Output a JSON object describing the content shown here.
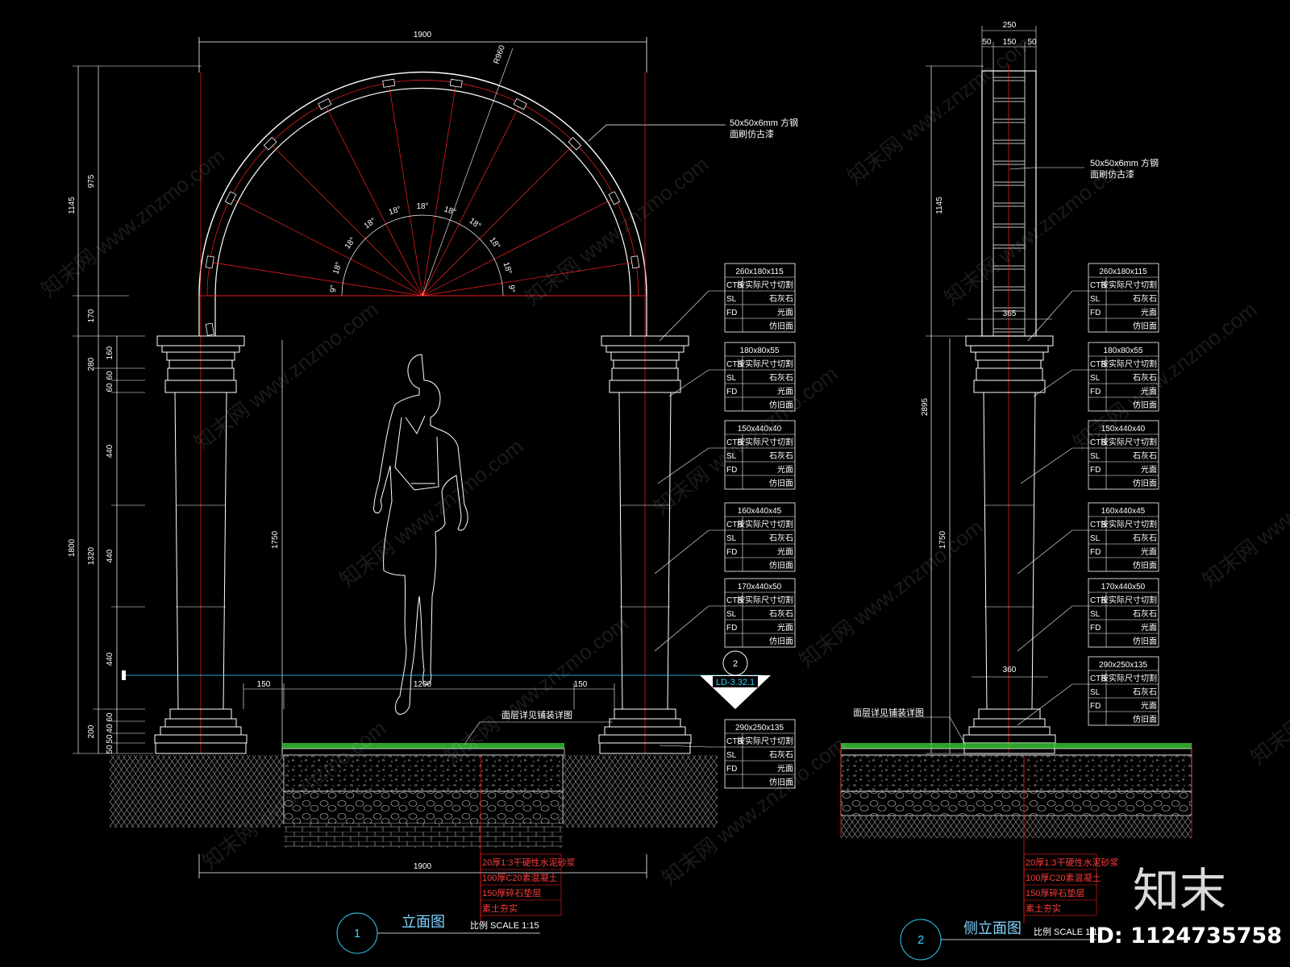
{
  "front": {
    "top_width": "1900",
    "radius": "R960",
    "pipe_note": [
      "50x50x6mm 方钢",
      "面刷仿古漆"
    ],
    "angles": [
      "9°",
      "18°",
      "18°",
      "18°",
      "18°",
      "18°",
      "18°",
      "18°",
      "18°",
      "18°",
      "9°"
    ],
    "left_dims": [
      "1145",
      "975",
      "170",
      "280",
      "160",
      "60",
      "60",
      "1800",
      "440",
      "1320",
      "440",
      "440",
      "200",
      "60",
      "40",
      "50",
      "50"
    ],
    "inner_height": "1750",
    "bottom_dims": [
      "150",
      "1200",
      "150"
    ],
    "pave_note": "面层详见铺装详图",
    "bottom_width": "1900",
    "section_marker": {
      "num": "2",
      "ref": "LD-3.32.1"
    },
    "layers": [
      "20厚1:3干硬性水泥砂浆",
      "100厚C20素混凝土",
      "150厚碎石垫层",
      "素土夯实"
    ],
    "title": {
      "num": "1",
      "name": "立面图",
      "scale": "比例 SCALE 1:15"
    }
  },
  "side": {
    "top_dims": [
      "250",
      "50",
      "150",
      "50"
    ],
    "pipe_note": [
      "50x50x6mm 方钢",
      "面刷仿古漆"
    ],
    "left_dims": [
      "1145",
      "2895",
      "1750"
    ],
    "cap_dim": "365",
    "base_dim": "360",
    "pave_note": "面层详见铺装详图",
    "layers": [
      "20厚1:3干硬性水泥砂浆",
      "100厚C20素混凝土",
      "150厚碎石垫层",
      "素土夯实"
    ],
    "title": {
      "num": "2",
      "name": "侧立面图",
      "scale": "比例 SCALE 1:15"
    }
  },
  "tables": [
    {
      "size": "260x180x115",
      "rows": [
        [
          "CTS",
          "按实际尺寸切割"
        ],
        [
          "SL",
          "石灰石"
        ],
        [
          "FD",
          "光面"
        ],
        [
          "",
          "仿旧面"
        ]
      ]
    },
    {
      "size": "180x80x55",
      "rows": [
        [
          "CTS",
          "按实际尺寸切割"
        ],
        [
          "SL",
          "石灰石"
        ],
        [
          "FD",
          "光面"
        ],
        [
          "",
          "仿旧面"
        ]
      ]
    },
    {
      "size": "150x440x40",
      "rows": [
        [
          "CTS",
          "按实际尺寸切割"
        ],
        [
          "SL",
          "石灰石"
        ],
        [
          "FD",
          "光面"
        ],
        [
          "",
          "仿旧面"
        ]
      ]
    },
    {
      "size": "160x440x45",
      "rows": [
        [
          "CTS",
          "按实际尺寸切割"
        ],
        [
          "SL",
          "石灰石"
        ],
        [
          "FD",
          "光面"
        ],
        [
          "",
          "仿旧面"
        ]
      ]
    },
    {
      "size": "170x440x50",
      "rows": [
        [
          "CTS",
          "按实际尺寸切割"
        ],
        [
          "SL",
          "石灰石"
        ],
        [
          "FD",
          "光面"
        ],
        [
          "",
          "仿旧面"
        ]
      ]
    },
    {
      "size": "290x250x135",
      "rows": [
        [
          "CTS",
          "按实际尺寸切割"
        ],
        [
          "SL",
          "石灰石"
        ],
        [
          "FD",
          "光面"
        ],
        [
          "",
          "仿旧面"
        ]
      ]
    }
  ],
  "watermarks": [
    "知末网 www.znzmo.com"
  ],
  "logo": "知末",
  "id_text": "ID: 1124735758",
  "colors": {
    "bg": "#000000",
    "line": "#ffffff",
    "center": "#ff2020",
    "cyan": "#35d0ff",
    "green": "#38c838"
  }
}
